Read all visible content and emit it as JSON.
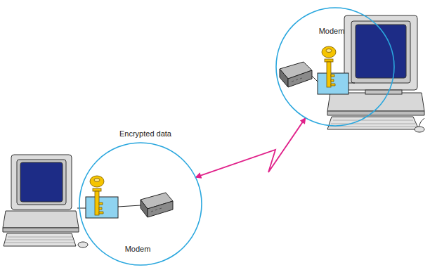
{
  "diagram": {
    "nodes": [
      {
        "text": [
          "Modem"
        ]
      },
      {
        "text": [
          "Modem"
        ]
      }
    ],
    "edges": [
      {
        "from": 0,
        "to": 1,
        "label": "Encrypted data",
        "arrow": "both"
      }
    ]
  }
}
